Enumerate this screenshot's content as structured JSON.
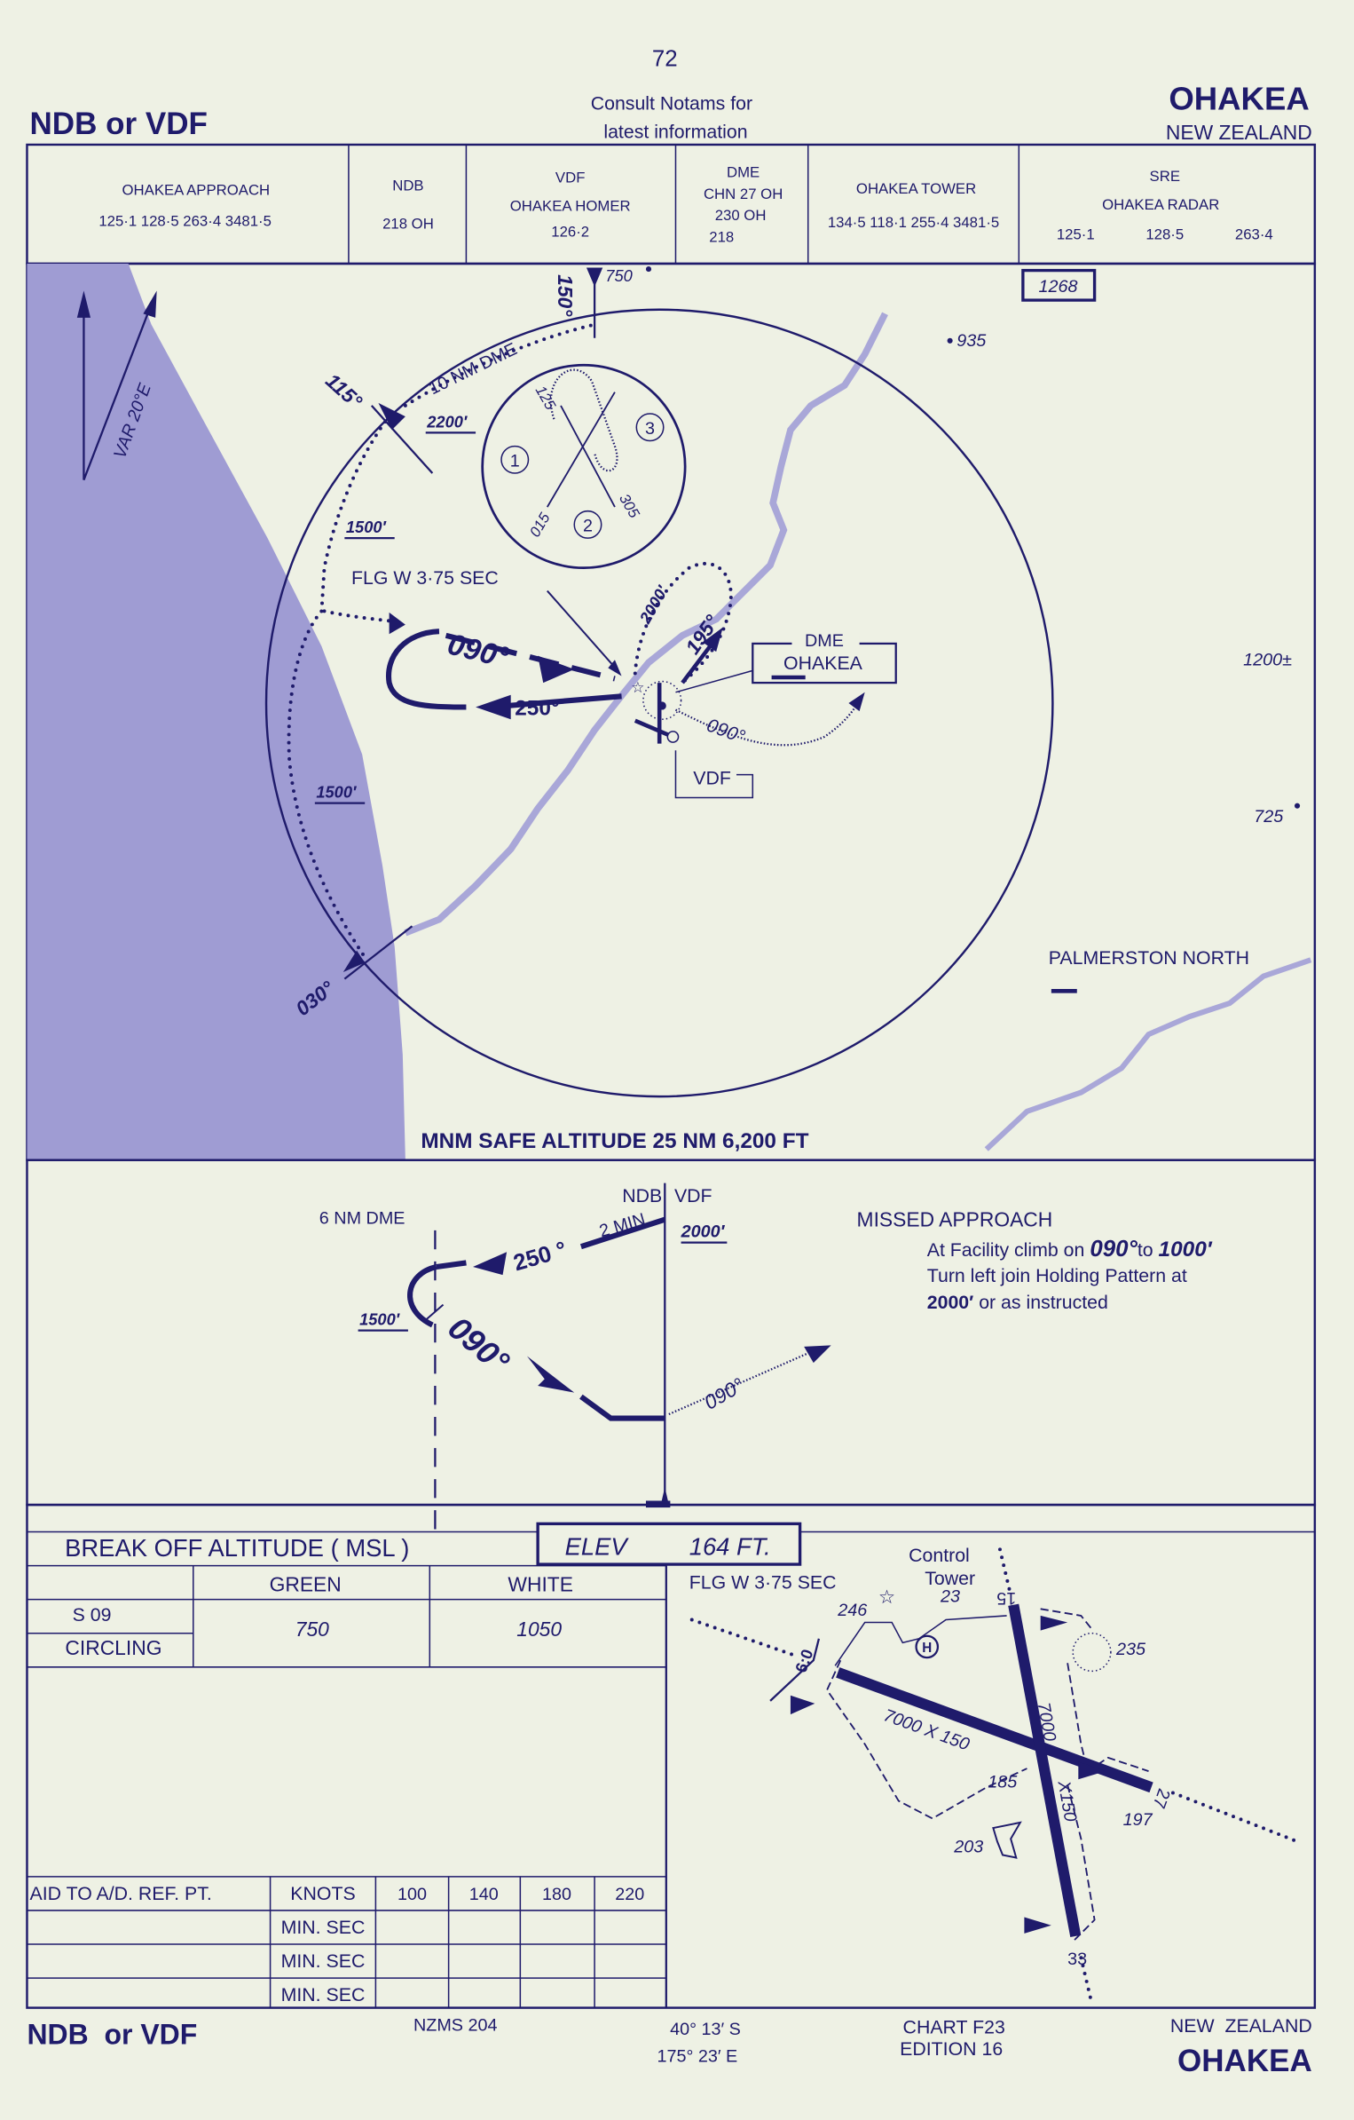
{
  "page_number": "72",
  "header": {
    "title_left": "NDB or VDF",
    "notice_line1": "Consult Notams for",
    "notice_line2": "latest information",
    "airport": "OHAKEA",
    "country": "NEW ZEALAND"
  },
  "frequencies": [
    {
      "lines": [
        "OHAKEA  APPROACH",
        "125·1    128·5    263·4    3481·5"
      ]
    },
    {
      "lines": [
        "NDB",
        "218   OH"
      ]
    },
    {
      "lines": [
        "VDF",
        "OHAKEA   HOMER",
        "126·2"
      ]
    },
    {
      "lines": [
        "DME",
        "CHN 27 OH",
        "230   OH",
        "218"
      ]
    },
    {
      "lines": [
        "OHAKEA   TOWER",
        "134·5  118·1  255·4  3481·5"
      ]
    },
    {
      "lines": [
        "SRE",
        "OHAKEA RADAR"
      ],
      "values": [
        "125·1",
        "128·5",
        "263·4"
      ]
    }
  ],
  "plan": {
    "var_label": "VAR  20°E",
    "elev_750": "750",
    "elev_935": "935",
    "elev_1268": "1268",
    "elev_1200": "1200±",
    "elev_725": "725",
    "radial_150": "150°",
    "dme_arc": "10 NM DME",
    "radial_115": "115°",
    "alt_2200": "2200′",
    "alt_1500_a": "1500′",
    "alt_1500_b": "1500′",
    "flg": "FLG W 3·75 SEC",
    "alt_2000": "2000′",
    "hdg_195": "195°",
    "hdg_090": "090°",
    "hdg_250": "250°",
    "hdg_090_missed": "090°",
    "radial_030": "030°",
    "dme_box_top": "DME",
    "dme_box_name": "OHAKEA",
    "vdf_box": "VDF",
    "town": "PALMERSTON NORTH",
    "holding": {
      "n1": "1",
      "n2": "2",
      "n3": "3",
      "h125": "125",
      "h015": "015",
      "h305": "305"
    },
    "msa": "MNM SAFE ALTITUDE  25 NM  6,200 FT"
  },
  "profile": {
    "dme_fix": "6 NM DME",
    "facility": "NDB",
    "facility2": "VDF",
    "outbound_time": "2 MIN",
    "alt_2000": "2000′",
    "hdg_250": "250 °",
    "alt_1500": "1500′",
    "hdg_090": "090°",
    "hdg_090_missed": "090°"
  },
  "missed_approach": {
    "title": "MISSED APPROACH",
    "line1_prefix": "At Facility climb on",
    "line1_hdg": "090°",
    "line1_to": "to",
    "line1_alt": "1000′",
    "line2": "Turn left join Holding Pattern at",
    "line3_alt": "2000′",
    "line3_rest": "or as instructed"
  },
  "break_off": {
    "title": "BREAK  OFF  ALTITUDE  ( MSL )",
    "elev_label": "ELEV",
    "elev_value": "164 FT.",
    "col_green": "GREEN",
    "col_white": "WHITE",
    "row1": "S 09",
    "row2": "CIRCLING",
    "green_value": "750",
    "white_value": "1050"
  },
  "aid_table": {
    "label": "AID TO A/D. REF. PT.",
    "knots": "KNOTS",
    "speeds": [
      "100",
      "140",
      "180",
      "220"
    ],
    "row_label": "MIN. SEC"
  },
  "aerodrome": {
    "flg": "FLG W 3·75 SEC",
    "tower_1": "Control",
    "tower_2": "Tower",
    "rwy_a_dims": "7000 X 150",
    "rwy_b_len": "7000",
    "rwy_b_wid": "X150",
    "rwy_15": "15",
    "rwy_33": "33",
    "rwy_27": "27",
    "slope": "6:0",
    "obstacles": [
      "246",
      "23",
      "235",
      "185",
      "197",
      "203"
    ]
  },
  "footer": {
    "title_left": "NDB  or VDF",
    "map_ref": "NZMS  204",
    "lat": "40° 13′ S",
    "lon": "175° 23′ E",
    "chart": "CHART F23",
    "edition": "EDITION 16",
    "country": "NEW  ZEALAND",
    "airport": "OHAKEA"
  },
  "colors": {
    "ink": "#1f1b6b",
    "paper": "#eef1e4",
    "terrain": "#9f9cd3"
  }
}
